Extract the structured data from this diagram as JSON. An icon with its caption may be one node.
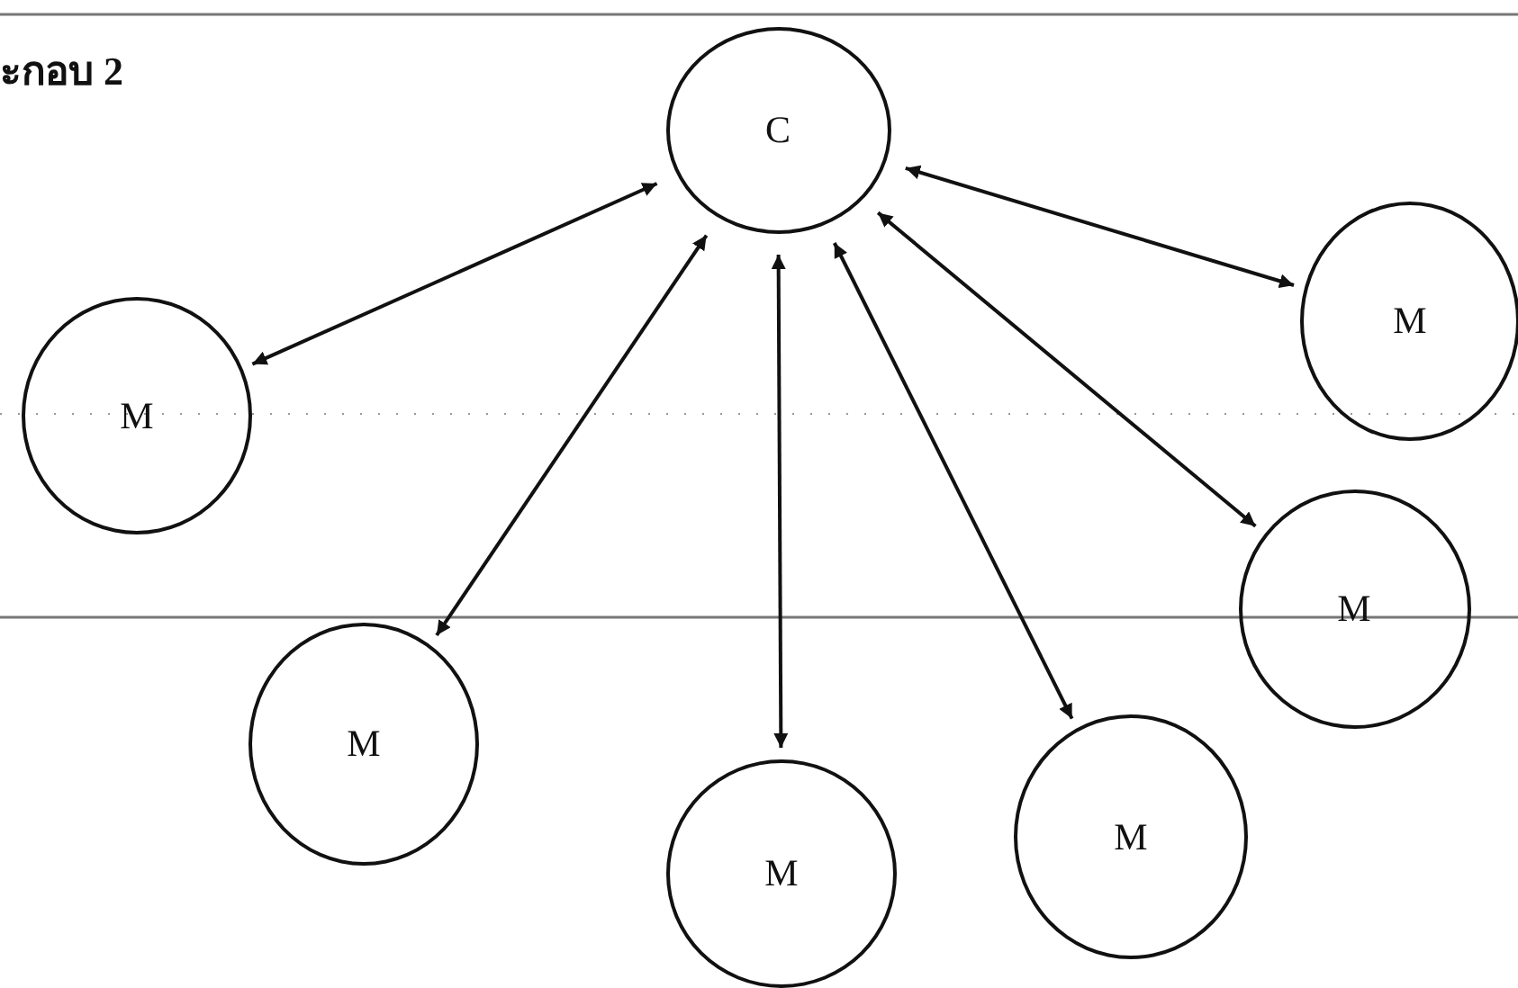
{
  "diagram": {
    "nodes": [
      {
        "text": [
          "C"
        ]
      },
      {
        "text": [
          "M"
        ]
      },
      {
        "text": [
          "M"
        ]
      },
      {
        "text": [
          "M"
        ]
      },
      {
        "text": [
          "M"
        ]
      },
      {
        "text": [
          "M"
        ]
      },
      {
        "text": [
          "M"
        ]
      }
    ],
    "edges": [
      {
        "from": 0,
        "to": 1,
        "arrow": "both"
      },
      {
        "from": 0,
        "to": 2,
        "arrow": "both"
      },
      {
        "from": 0,
        "to": 3,
        "arrow": "both"
      },
      {
        "from": 0,
        "to": 4,
        "arrow": "both"
      },
      {
        "from": 0,
        "to": 5,
        "arrow": "both"
      },
      {
        "from": 0,
        "to": 6,
        "arrow": "both"
      }
    ],
    "labels": [
      "ะกอบ 2"
    ]
  }
}
